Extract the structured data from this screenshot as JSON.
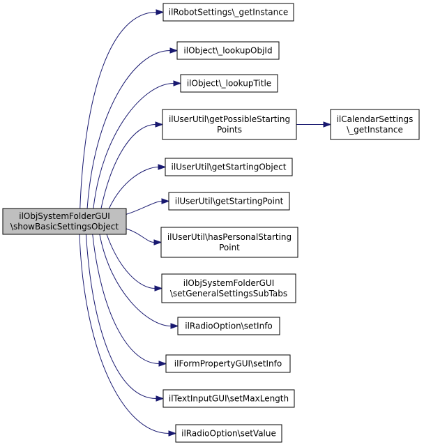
{
  "colors": {
    "edge": "#191970",
    "node_border": "#000000",
    "node_fill": "#ffffff",
    "root_fill": "#bfbfbf"
  },
  "root": {
    "lines": [
      "ilObjSystemFolderGUI",
      "\\showBasicSettingsObject"
    ]
  },
  "callees": [
    {
      "id": "n0",
      "lines": [
        "ilRobotSettings\\_getInstance"
      ]
    },
    {
      "id": "n1",
      "lines": [
        "ilObject\\_lookupObjId"
      ]
    },
    {
      "id": "n2",
      "lines": [
        "ilObject\\_lookupTitle"
      ]
    },
    {
      "id": "n3",
      "lines": [
        "ilUserUtil\\getPossibleStarting",
        "Points"
      ]
    },
    {
      "id": "n4",
      "lines": [
        "ilUserUtil\\getStartingObject"
      ]
    },
    {
      "id": "n5",
      "lines": [
        "ilUserUtil\\getStartingPoint"
      ]
    },
    {
      "id": "n6",
      "lines": [
        "ilUserUtil\\hasPersonalStarting",
        "Point"
      ]
    },
    {
      "id": "n7",
      "lines": [
        "ilObjSystemFolderGUI",
        "\\setGeneralSettingsSubTabs"
      ]
    },
    {
      "id": "n8",
      "lines": [
        "ilRadioOption\\setInfo"
      ]
    },
    {
      "id": "n9",
      "lines": [
        "ilFormPropertyGUI\\setInfo"
      ]
    },
    {
      "id": "n10",
      "lines": [
        "ilTextInputGUI\\setMaxLength"
      ]
    },
    {
      "id": "n11",
      "lines": [
        "ilRadioOption\\setValue"
      ]
    }
  ],
  "secondary": [
    {
      "id": "s0",
      "from": "n3",
      "lines": [
        "ilCalendarSettings",
        "\\_getInstance"
      ]
    }
  ]
}
